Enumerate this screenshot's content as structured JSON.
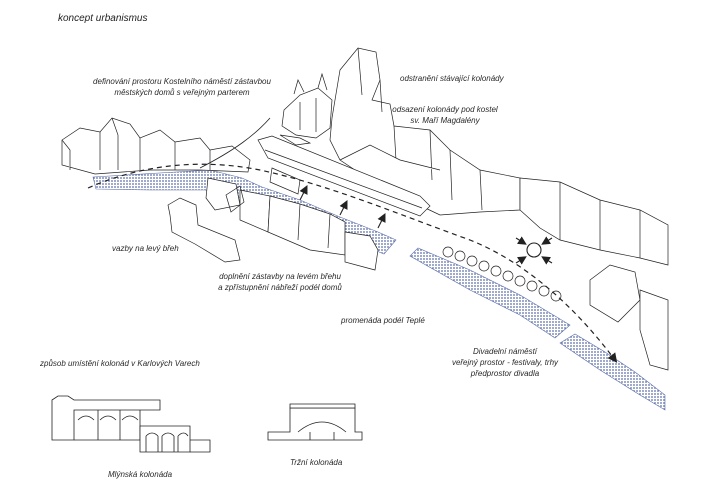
{
  "title": "koncept urbanismus",
  "labels": {
    "kostelni_line1": "definování prostoru Kostelního náměstí zástavbou",
    "kostelni_line2": "městských domů s veřejným parterem",
    "odstraneni": "odstranění stávající kolonády",
    "odsazeni_line1": "odsazení kolonády pod kostel",
    "odsazeni_line2": "sv. Maří Magdalény",
    "vazby": "vazby na levý břeh",
    "doplneni_line1": "doplnění zástavby na levém břehu",
    "doplneni_line2": "a zpřístupnění nábřeží podél domů",
    "promenada": "promenáda podél Teplé",
    "divadelni_line1": "Divadelní náměstí",
    "divadelni_line2": "veřejný prostor - festivaly, trhy",
    "divadelni_line3": "předprostor divadla",
    "zpusob": "způsob umístění kolonád v Karlových Varech",
    "mlynska": "Mlýnská kolonáda",
    "trzni": "Tržní kolonáda"
  },
  "icons": [
    "dashed-path-arrow",
    "circle-focus-icon",
    "direction-arrow-icon"
  ],
  "colors": {
    "river": "#5b6ea8",
    "line": "#222222"
  }
}
